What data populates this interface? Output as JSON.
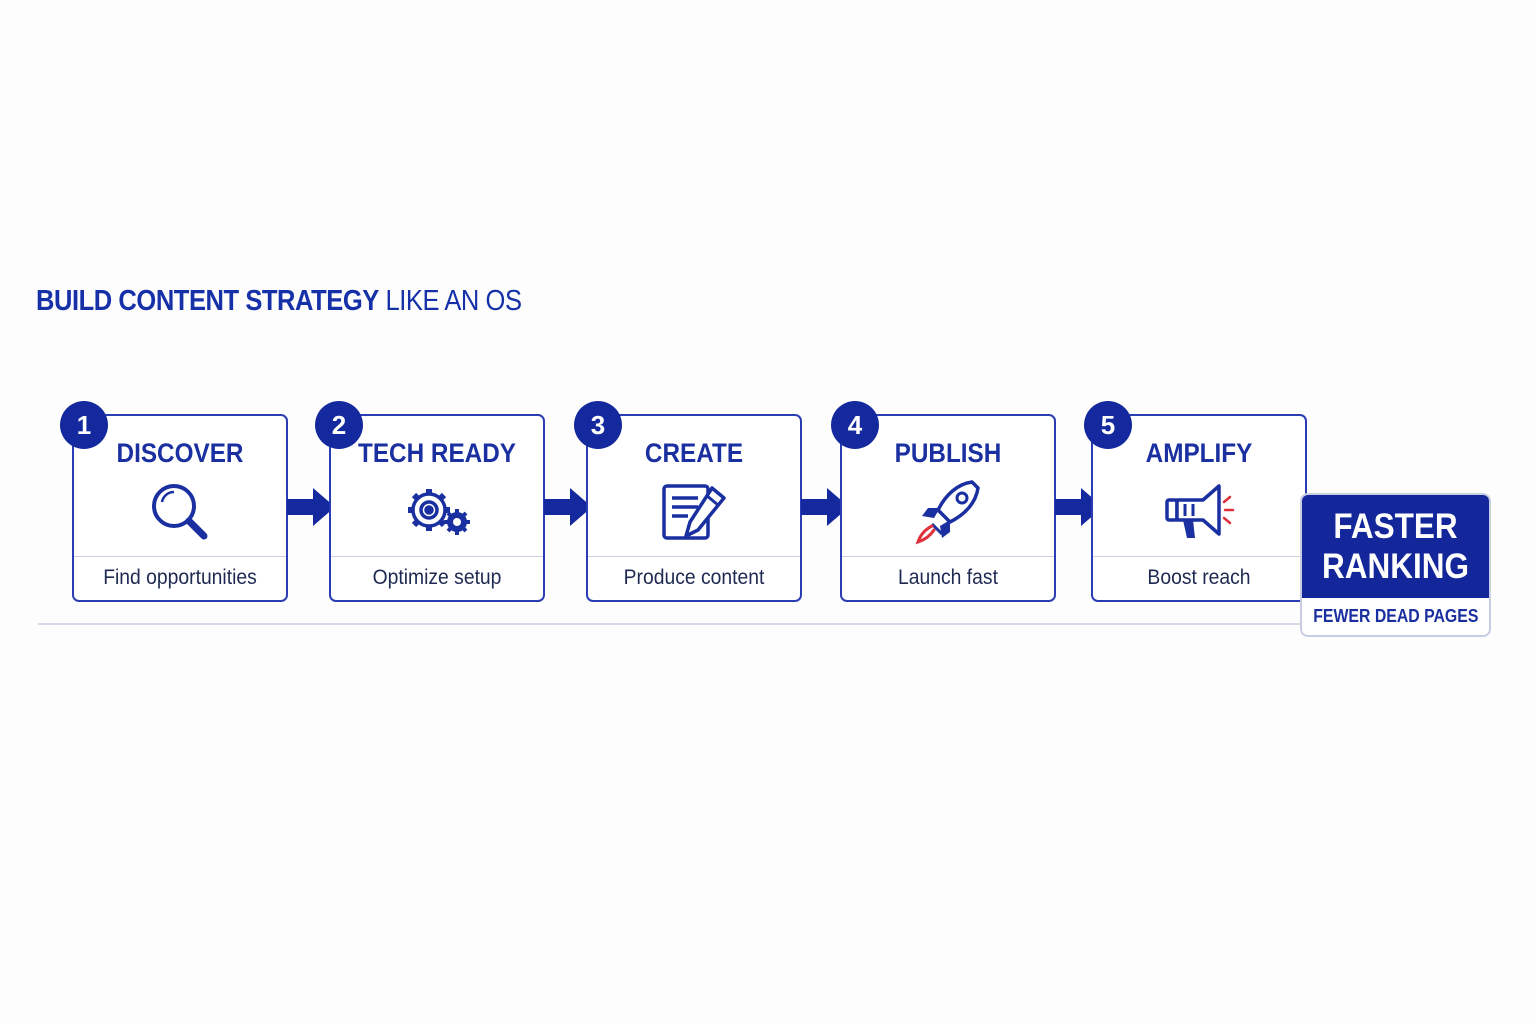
{
  "title": {
    "bold": "BUILD CONTENT STRATEGY",
    "light": " LIKE AN OS"
  },
  "steps": [
    {
      "number": "1",
      "title": "DISCOVER",
      "subtitle": "Find opportunities",
      "icon": "search-icon"
    },
    {
      "number": "2",
      "title": "TECH READY",
      "subtitle": "Optimize setup",
      "icon": "gears-icon"
    },
    {
      "number": "3",
      "title": "CREATE",
      "subtitle": "Produce content",
      "icon": "document-pencil-icon"
    },
    {
      "number": "4",
      "title": "PUBLISH",
      "subtitle": "Launch fast",
      "icon": "rocket-icon"
    },
    {
      "number": "5",
      "title": "AMPLIFY",
      "subtitle": "Boost reach",
      "icon": "megaphone-icon"
    }
  ],
  "result": {
    "title": "FASTER RANKING",
    "subtitle": "FEWER DEAD PAGES"
  },
  "colors": {
    "primary": "#14299e",
    "accent_red": "#e0303a",
    "border": "#2a3db4"
  }
}
